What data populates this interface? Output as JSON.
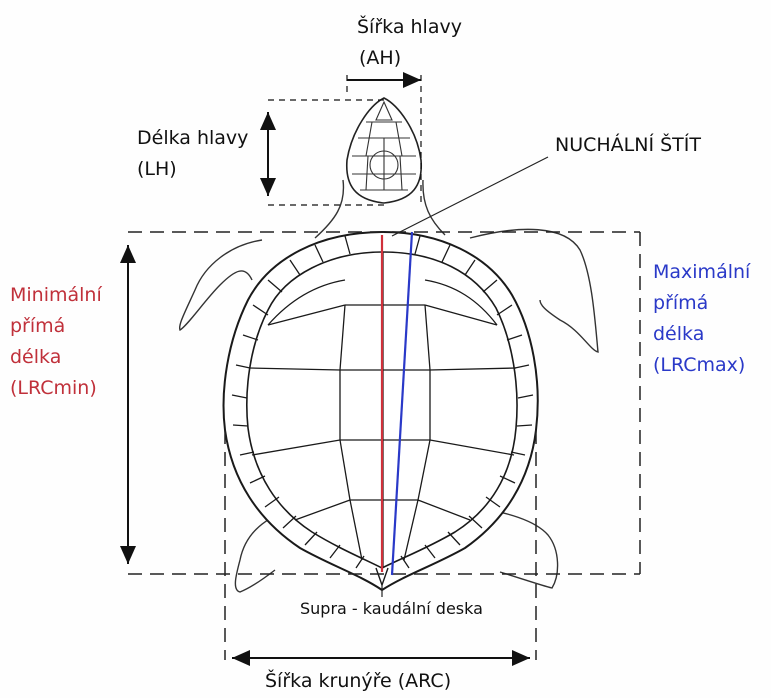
{
  "labels": {
    "head_width": {
      "line1": "Šířka hlavy",
      "line2": "(AH)"
    },
    "head_length": {
      "line1": "Délka hlavy",
      "line2": "(LH)"
    },
    "nuchal": "NUCHÁLNÍ ŠTÍT",
    "min_length": {
      "line1": "Minimální",
      "line2": "přímá",
      "line3": "délka",
      "line4": "(LRCmin)"
    },
    "max_length": {
      "line1": "Maximální",
      "line2": "přímá",
      "line3": "délka",
      "line4": "(LRCmax)"
    },
    "supracaudal": "Supra - kaudální deska",
    "carapace_width": "Šířka krunýře (ARC)"
  },
  "colors": {
    "min_length": "#c0303a",
    "max_length": "#2a39c8",
    "outline": "#1a1a1a"
  }
}
